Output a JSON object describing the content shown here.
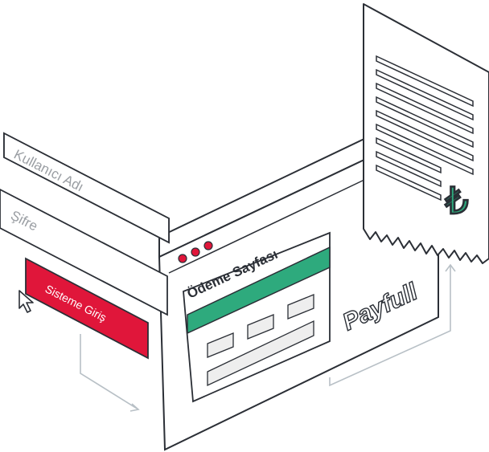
{
  "login": {
    "username_placeholder": "Kullanıcı Adı",
    "password_placeholder": "Şifre",
    "submit_label": "Sisteme Giriş"
  },
  "payment_window": {
    "title": "Ödeme Sayfası",
    "brand": "Payfull"
  },
  "receipt": {
    "currency_symbol": "₺"
  },
  "colors": {
    "outline": "#2b2f36",
    "accent_red": "#e0163a",
    "accent_green": "#2eaa7d",
    "field_gray": "#eeeeee",
    "arrow_gray": "#b8c0c6",
    "placeholder_text": "#9a9ea3"
  },
  "icons": [
    "cursor-arrow-icon",
    "window-dot-icon",
    "lira-icon",
    "arrow-icon"
  ]
}
